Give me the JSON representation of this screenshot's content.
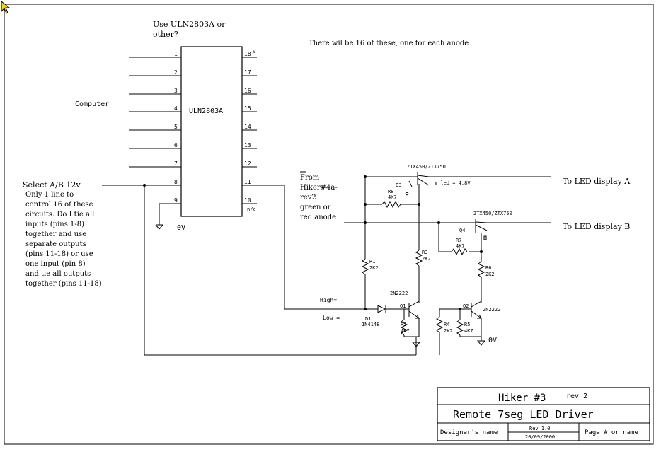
{
  "ic": {
    "question": "Use ULN2803A or",
    "question2": "other?",
    "part": "ULN2803A",
    "pins_left": [
      "1",
      "2",
      "3",
      "4",
      "5",
      "6",
      "7",
      "8",
      "9"
    ],
    "pins_right": [
      "18",
      "17",
      "16",
      "15",
      "14",
      "13",
      "12",
      "11",
      "10"
    ],
    "pin18_suffix": "V",
    "pin10_suffix": "n/c",
    "ground": "0V"
  },
  "computer_label": "Computer",
  "note_16": "There wil be 16 of these, one for each anode",
  "select": {
    "title": "Select A/B 12v",
    "lines": [
      "Only 1 line to",
      "control 16 of these",
      "circuits. Do I tie all",
      "inputs (pins 1-8)",
      "together and use",
      "separate outputs",
      "(pins 11-18) or use",
      "one input (pin 8)",
      "and tie all outputs",
      "together (pins 11-18)"
    ]
  },
  "from_label": [
    "From",
    "Hiker#4a-",
    "rev2",
    "green or",
    "red anode"
  ],
  "outputs": {
    "a": "To LED display A",
    "b": "To LED display B"
  },
  "parts": {
    "q3": "Q3",
    "q3_type": "ZTX450/ZTX750",
    "vled": "V'led = 4.8V",
    "q4": "Q4",
    "q4_type": "ZTX450/ZTX750",
    "r8": "R8",
    "r8_val": "4K7",
    "r7": "R7",
    "r7_val": "4K7",
    "r1": "R1",
    "r1_val": "2K2",
    "r3": "R3",
    "r3_val": "2K2",
    "r6": "R6",
    "r6_val": "2K2",
    "r2": "R2",
    "r2_val": "4K7",
    "r4": "R4",
    "r4_val": "2K2",
    "r5": "R5",
    "r5_val": "4K7",
    "q1": "Q1",
    "q1_type": "2N2222",
    "q2": "Q2",
    "q2_type": "2N2222",
    "d1": "D1",
    "d1_type": "1N4148",
    "high": "High=",
    "low": "Low =",
    "ground": "0V"
  },
  "title_block": {
    "title": "Hiker #3",
    "rev_tag": "rev 2",
    "subtitle": "Remote 7seg LED Driver",
    "designer": "Designer's name",
    "rev": "Rev 1.0",
    "date": "20/09/2000",
    "page": "Page # or name"
  }
}
